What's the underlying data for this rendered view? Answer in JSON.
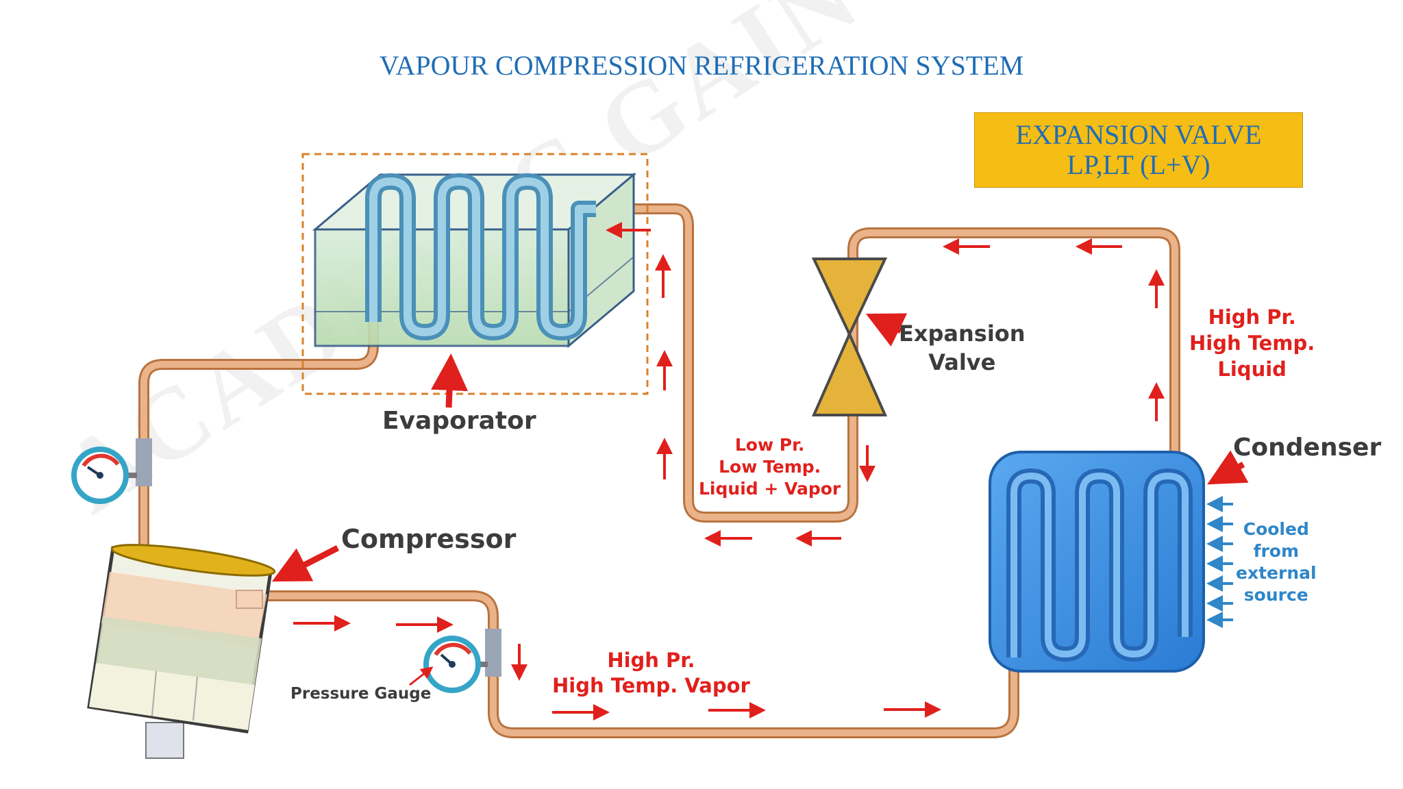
{
  "title": "VAPOUR COMPRESSION REFRIGERATION SYSTEM",
  "callout": {
    "line1": "EXPANSION VALVE",
    "line2": "LP,LT (L+V)"
  },
  "labels": {
    "evaporator": "Evaporator",
    "expansion_valve_1": "Expansion",
    "expansion_valve_2": "Valve",
    "compressor": "Compressor",
    "condenser": "Condenser",
    "pressure_gauge": "Pressure Gauge"
  },
  "states": {
    "low": [
      "Low Pr.",
      "Low Temp.",
      "Liquid + Vapor"
    ],
    "high_vapor": [
      "High Pr.",
      "High Temp. Vapor"
    ],
    "high_liquid": [
      "High Pr.",
      "High Temp.",
      "Liquid"
    ]
  },
  "cooling": [
    "Cooled",
    "from",
    "external",
    "source"
  ],
  "watermark": "ACADEMIC GAIN TUTORIALS",
  "colors": {
    "title": "#1f6db5",
    "callout_bg": "#f6bd14",
    "pipe": "#e3a06b",
    "arrow_red": "#e0201c",
    "condenser": "#3d8fe0",
    "label_gray": "#3c3c3c",
    "cool_blue": "#2f86c8"
  }
}
